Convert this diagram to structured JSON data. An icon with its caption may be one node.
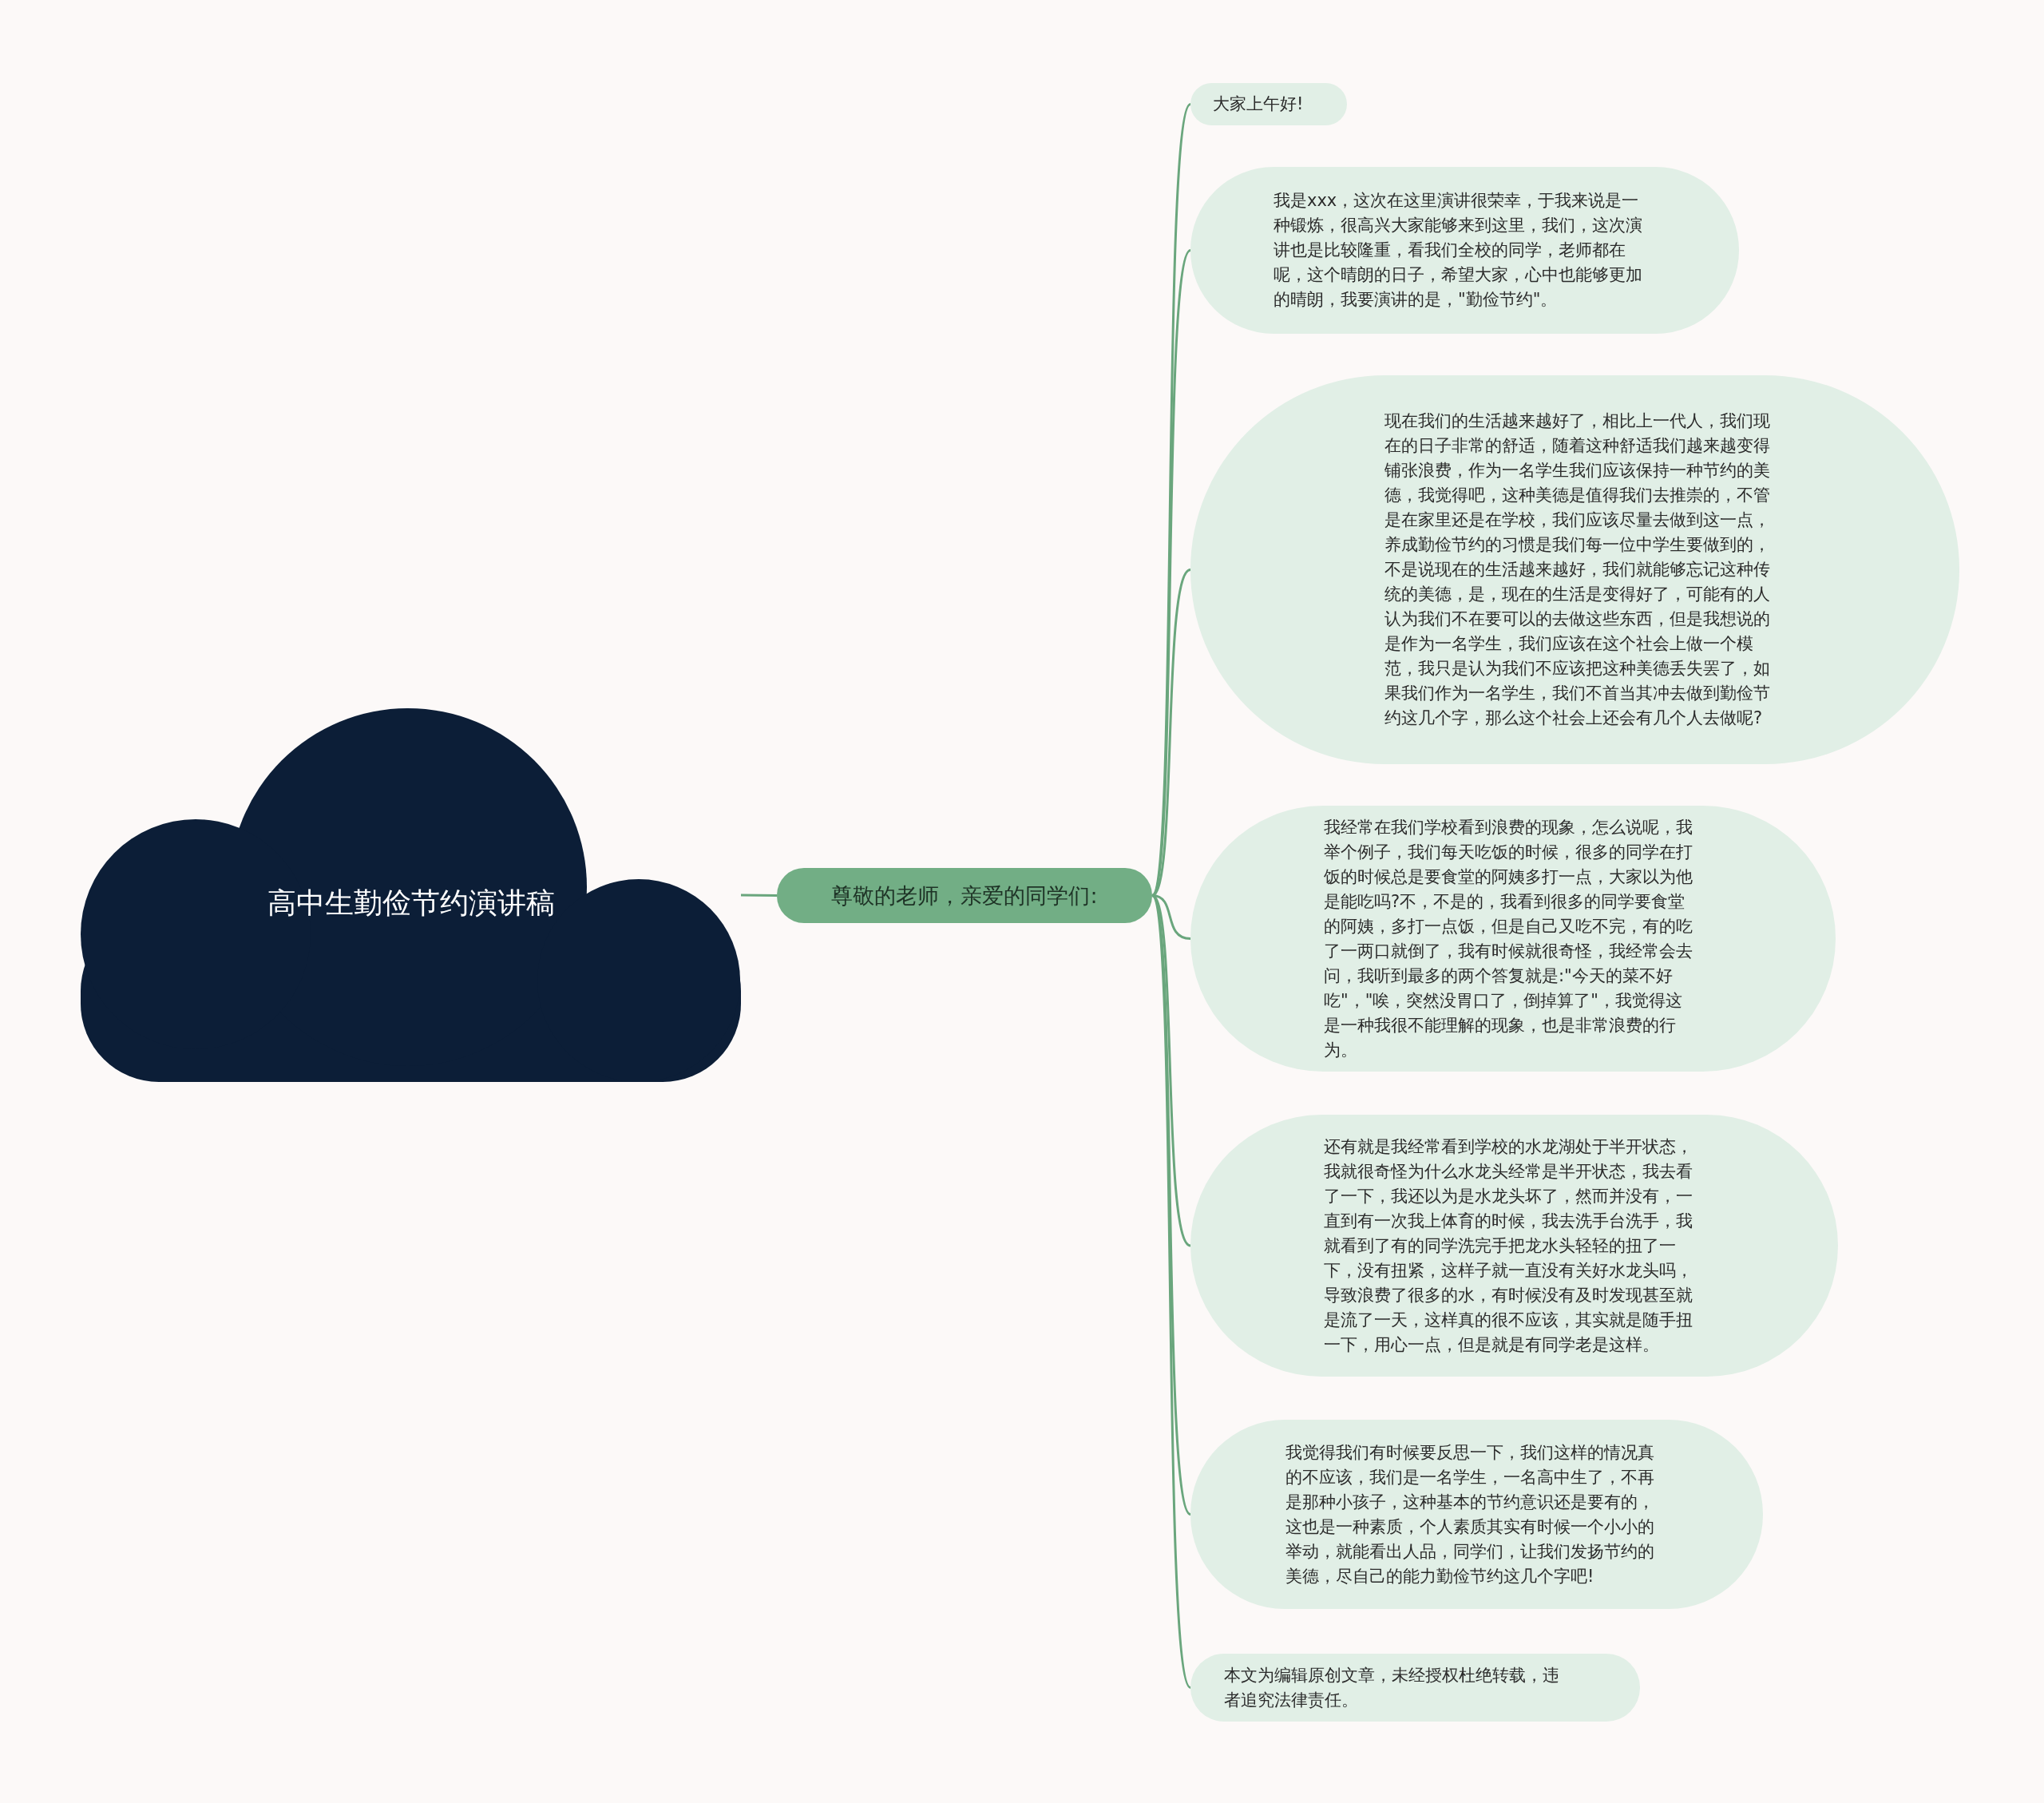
{
  "diagram": {
    "nodes": [
      {
        "text": [
          "高中生勤俭节约演讲稿"
        ]
      },
      {
        "text": [
          "尊敬的老师，亲爱的同学们:"
        ]
      },
      {
        "text": [
          "大家上午好!"
        ]
      },
      {
        "text": [
          "我是xxx，这次在这里演讲很荣幸，于我来说是一种锻炼，很高兴大家能够来到这里，我们，这次演讲也是比较隆重，看我们全校的同学，老师都在呢，这个晴朗的日子，希望大家，心中也能够更加的晴朗，我要演讲的是，\"勤俭节约\"。"
        ]
      },
      {
        "text": [
          "现在我们的生活越来越好了，相比上一代人，我们现在的日子非常的舒适，随着这种舒适我们越来越变得铺张浪费，作为一名学生我们应该保持一种节约的美德，我觉得吧，这种美德是值得我们去推崇的，不管是在家里还是在学校，我们应该尽量去做到这一点，养成勤俭节约的习惯是我们每一位中学生要做到的，不是说现在的生活越来越好，我们就能够忘记这种传统的美德，是，现在的生活是变得好了，可能有的人认为我们不在要可以的去做这些东西，但是我想说的是作为一名学生，我们应该在这个社会上做一个模范，我只是认为我们不应该把这种美德丢失罢了，如果我们作为一名学生，我们不首当其冲去做到勤俭节约这几个字，那么这个社会上还会有几个人去做呢?"
        ]
      },
      {
        "text": [
          "我经常在我们学校看到浪费的现象，怎么说呢，我举个例子，我们每天吃饭的时候，很多的同学在打饭的时候总是要食堂的阿姨多打一点，大家以为他是能吃吗?不，不是的，我看到很多的同学要食堂的阿姨，多打一点饭，但是自己又吃不完，有的吃了一两口就倒了，我有时候就很奇怪，我经常会去问，我听到最多的两个答复就是:\"今天的菜不好吃\"，\"唉，突然没胃口了，倒掉算了\"，我觉得这是一种我很不能理解的现象，也是非常浪费的行为。"
        ]
      },
      {
        "text": [
          "还有就是我经常看到学校的水龙湖处于半开状态，我就很奇怪为什么水龙头经常是半开状态，我去看了一下，我还以为是水龙头坏了，然而并没有，一直到有一次我上体育的时候，我去洗手台洗手，我就看到了有的同学洗完手把龙水头轻轻的扭了一下，没有扭紧，这样子就一直没有关好水龙头吗，导致浪费了很多的水，有时候没有及时发现甚至就是流了一天，这样真的很不应该，其实就是随手扭一下，用心一点，但是就是有同学老是这样。"
        ]
      },
      {
        "text": [
          "我觉得我们有时候要反思一下，我们这样的情况真的不应该，我们是一名学生，一名高中生了，不再是那种小孩子，这种基本的节约意识还是要有的，这也是一种素质，个人素质其实有时候一个小小的举动，就能看出人品，同学们，让我们发扬节约的美德，尽自己的能力勤俭节约这几个字吧!"
        ]
      },
      {
        "text": [
          "本文为编辑原创文章，未经授权杜绝转载，违者追究法律责任。"
        ]
      }
    ],
    "edges": [
      {
        "from": 0,
        "to": 1,
        "arrow": "none"
      },
      {
        "from": 1,
        "to": 2,
        "arrow": "none"
      },
      {
        "from": 1,
        "to": 3,
        "arrow": "none"
      },
      {
        "from": 1,
        "to": 4,
        "arrow": "none"
      },
      {
        "from": 1,
        "to": 5,
        "arrow": "none"
      },
      {
        "from": 1,
        "to": 6,
        "arrow": "none"
      },
      {
        "from": 1,
        "to": 7,
        "arrow": "none"
      },
      {
        "from": 1,
        "to": 8,
        "arrow": "none"
      }
    ]
  }
}
